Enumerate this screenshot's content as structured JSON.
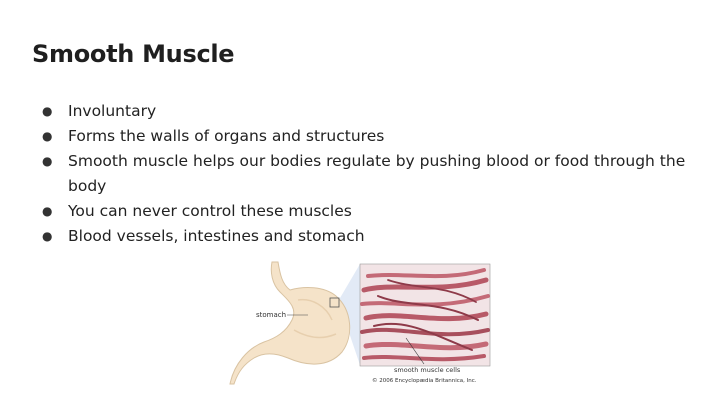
{
  "slide": {
    "title": "Smooth Muscle",
    "bullets": [
      "Involuntary",
      "Forms the walls of organs and structures",
      "Smooth muscle helps our bodies regulate by pushing blood or food through the body",
      "You can never control these muscles",
      "Blood vessels, intestines and stomach"
    ],
    "bullet_marker": "●"
  },
  "figure": {
    "label_stomach": "stomach",
    "label_cells": "smooth muscle cells",
    "copyright": "© 2006 Encyclopædia Britannica, Inc.",
    "colors": {
      "stomach_fill": "#f5e3c9",
      "stomach_stroke": "#d9c3a2",
      "tissue_bg": "#f2e4e6",
      "fiber": "#b85a68",
      "fiber_dark": "#8e3a49",
      "zoom_panel": "#dfe8f5"
    }
  }
}
